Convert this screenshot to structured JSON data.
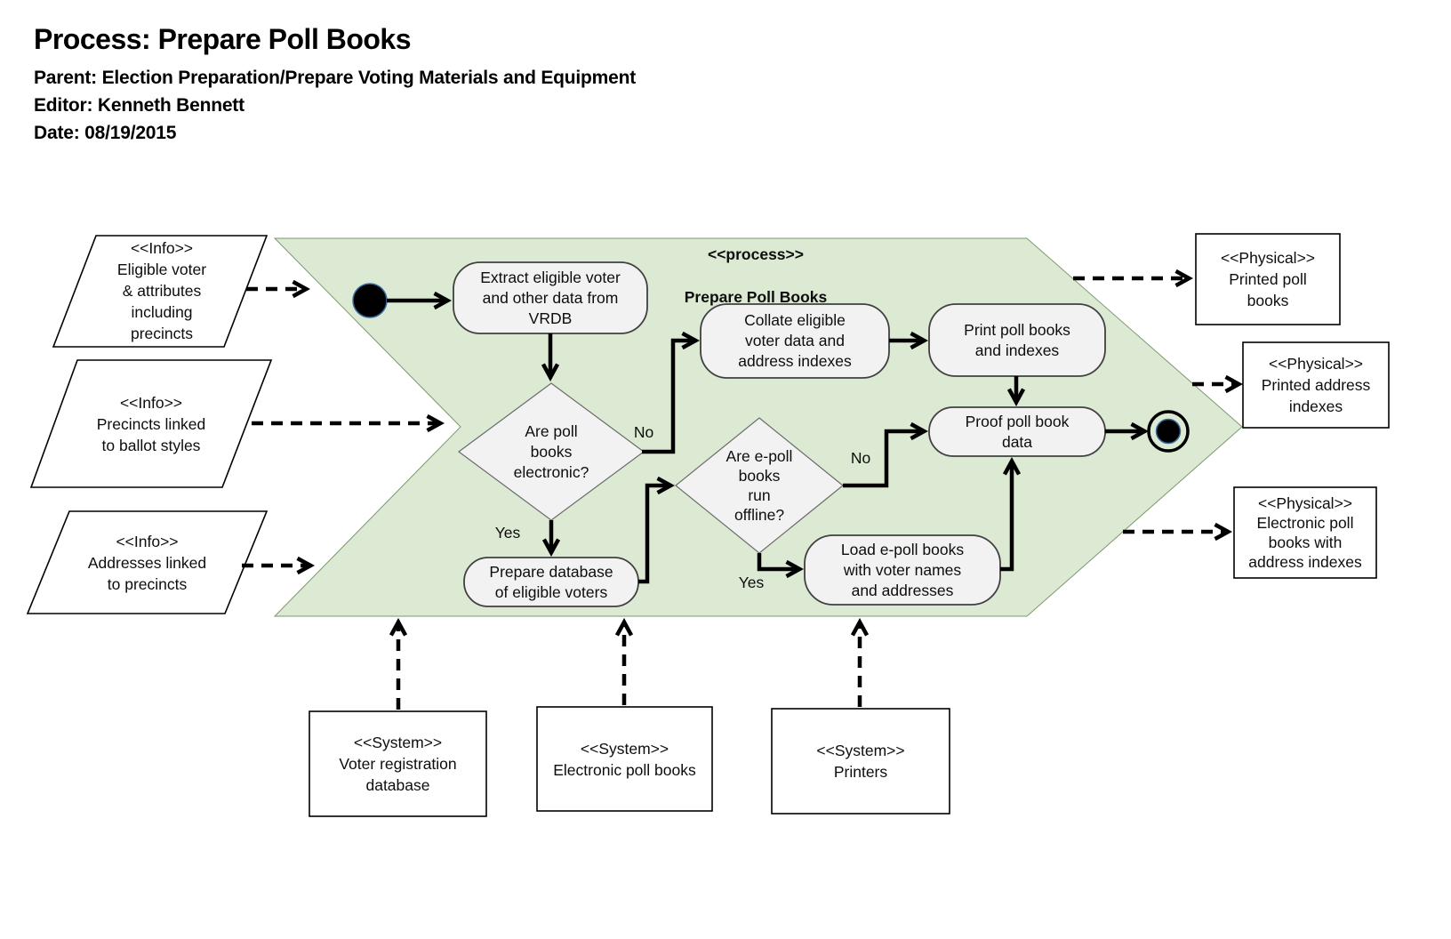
{
  "header": {
    "title": "Process: Prepare Poll Books",
    "parent": "Parent: Election Preparation/Prepare Voting Materials and Equipment",
    "editor": "Editor: Kenneth Bennett",
    "date": "Date: 08/19/2015"
  },
  "process": {
    "stereotype": "<<process>>",
    "name": "Prepare Poll Books"
  },
  "inputs": [
    {
      "stereotype": "<<Info>>",
      "label": "Eligible voter\n& attributes\nincluding\nprecincts"
    },
    {
      "stereotype": "<<Info>>",
      "label": "Precincts linked\nto ballot styles"
    },
    {
      "stereotype": "<<Info>>",
      "label": "Addresses linked\nto precincts"
    }
  ],
  "outputs": [
    {
      "stereotype": "<<Physical>>",
      "label": "Printed poll\nbooks"
    },
    {
      "stereotype": "<<Physical>>",
      "label": "Printed address\nindexes"
    },
    {
      "stereotype": "<<Physical>>",
      "label": "Electronic poll\nbooks with\naddress indexes"
    }
  ],
  "systems": [
    {
      "stereotype": "<<System>>",
      "label": "Voter registration\ndatabase"
    },
    {
      "stereotype": "<<System>>",
      "label": "Electronic poll books"
    },
    {
      "stereotype": "<<System>>",
      "label": "Printers"
    }
  ],
  "activities": [
    {
      "label": "Extract eligible voter\nand other data from\nVRDB"
    },
    {
      "label": "Collate eligible\nvoter data and\naddress indexes"
    },
    {
      "label": "Print poll books\nand indexes"
    },
    {
      "label": "Proof poll book\ndata"
    },
    {
      "label": "Prepare database\nof eligible voters"
    },
    {
      "label": "Load e-poll books\nwith voter names\nand addresses"
    }
  ],
  "decisions": [
    {
      "label": "Are poll\nbooks\nelectronic?",
      "yes": "Yes",
      "no": "No"
    },
    {
      "label": "Are e-poll\nbooks\nrun\noffline?",
      "yes": "Yes",
      "no": "No"
    }
  ],
  "colors": {
    "chevron_fill": "#dcead3",
    "node_fill": "#f2f2f2",
    "connector": "#000000"
  }
}
